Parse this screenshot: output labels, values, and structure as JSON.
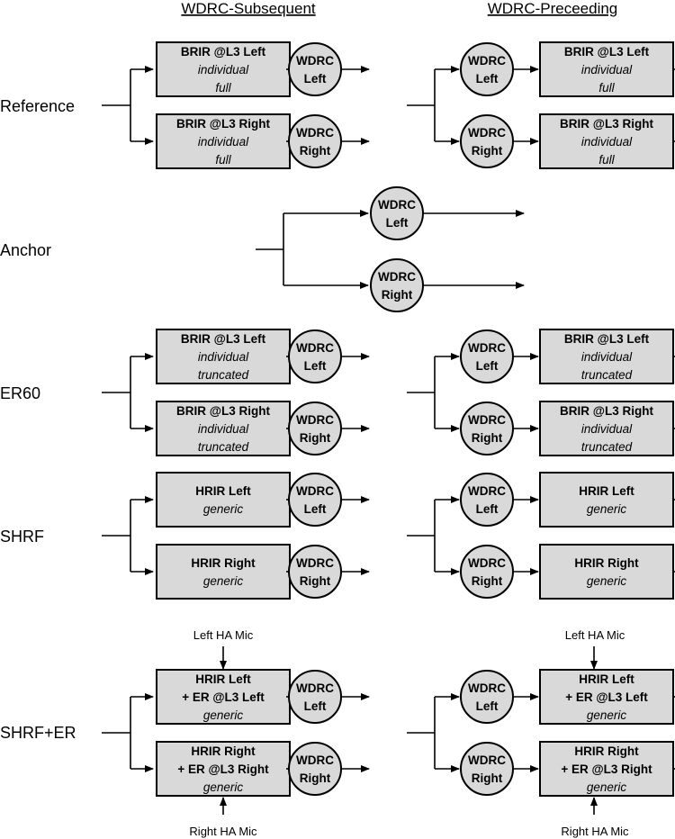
{
  "headers": {
    "subsequent": "WDRC-Subsequent",
    "preceeding": "WDRC-Preceeding"
  },
  "rows": {
    "reference": "Reference",
    "anchor": "Anchor",
    "er60": "ER60",
    "shrf": "SHRF",
    "shrf_er": "SHRF+ER"
  },
  "wdrc": {
    "title": "WDRC",
    "left": "Left",
    "right": "Right"
  },
  "reference_boxes": {
    "left": [
      "BRIR @L3 Left",
      "individual",
      "full"
    ],
    "right": [
      "BRIR @L3 Right",
      "individual",
      "full"
    ]
  },
  "er60_boxes": {
    "left": [
      "BRIR @L3 Left",
      "individual",
      "truncated"
    ],
    "right": [
      "BRIR @L3 Right",
      "individual",
      "truncated"
    ]
  },
  "shrf_boxes": {
    "left": [
      "HRIR Left",
      "generic"
    ],
    "right": [
      "HRIR Right",
      "generic"
    ]
  },
  "shrf_er_boxes": {
    "left": [
      "HRIR Left",
      "+ ER @L3 Left",
      "generic"
    ],
    "right": [
      "HRIR Right",
      "+ ER @L3 Right",
      "generic"
    ]
  },
  "mics": {
    "left": "Left HA Mic",
    "right": "Right HA Mic"
  }
}
